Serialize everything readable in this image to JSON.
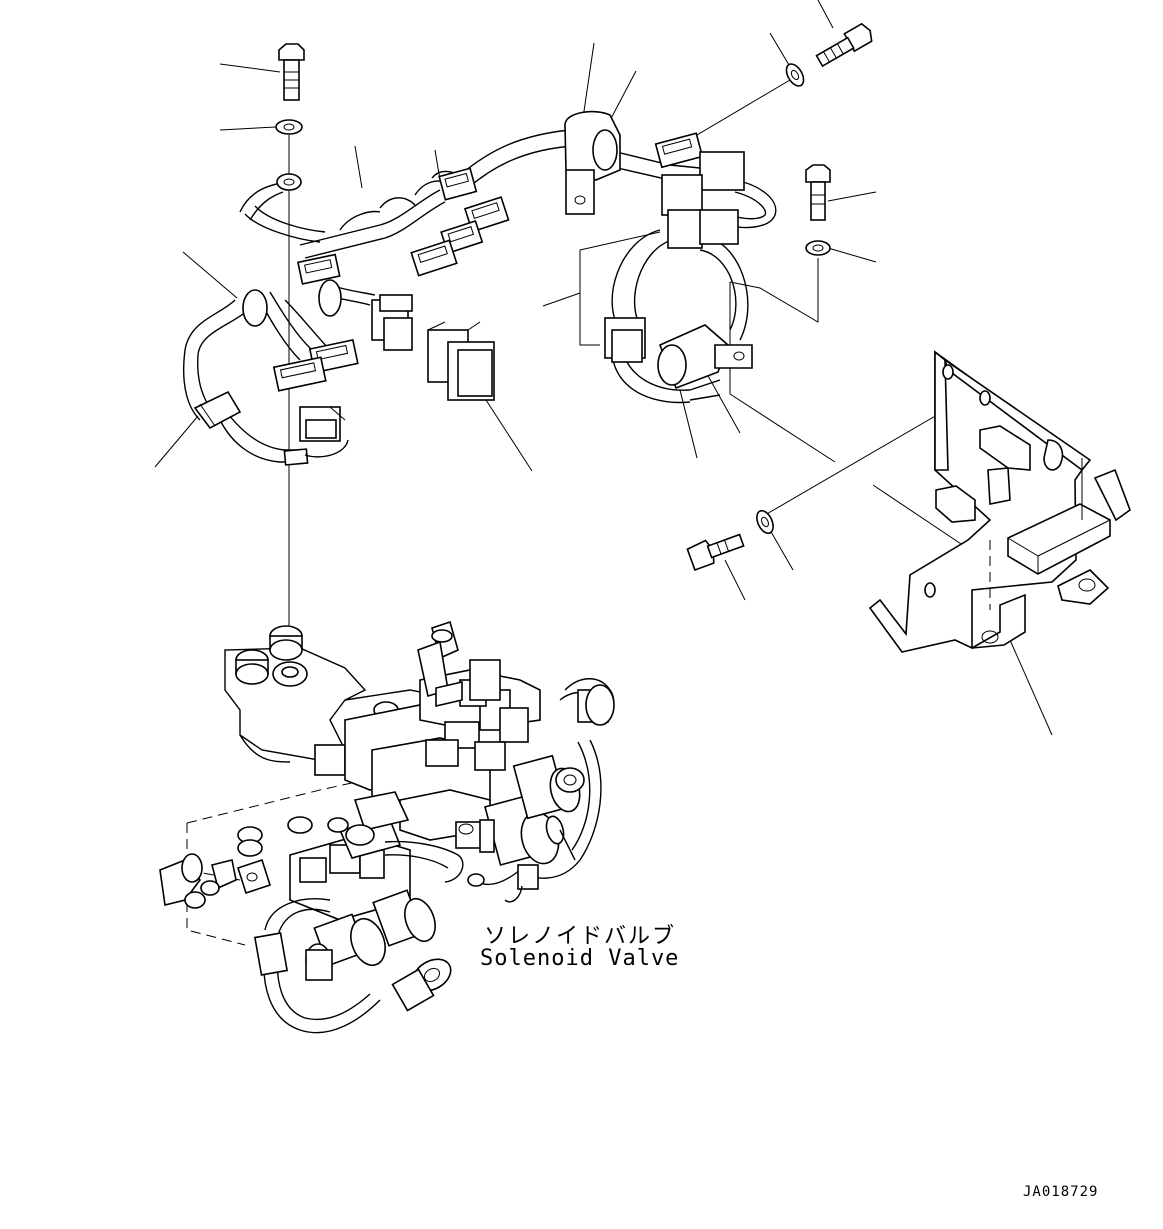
{
  "labels": {
    "solenoid_jp": "ソレノイドバルブ",
    "solenoid_en": "Solenoid Valve",
    "drawing_code": "JA018729"
  },
  "colors": {
    "line": "#000000",
    "background": "#ffffff"
  }
}
